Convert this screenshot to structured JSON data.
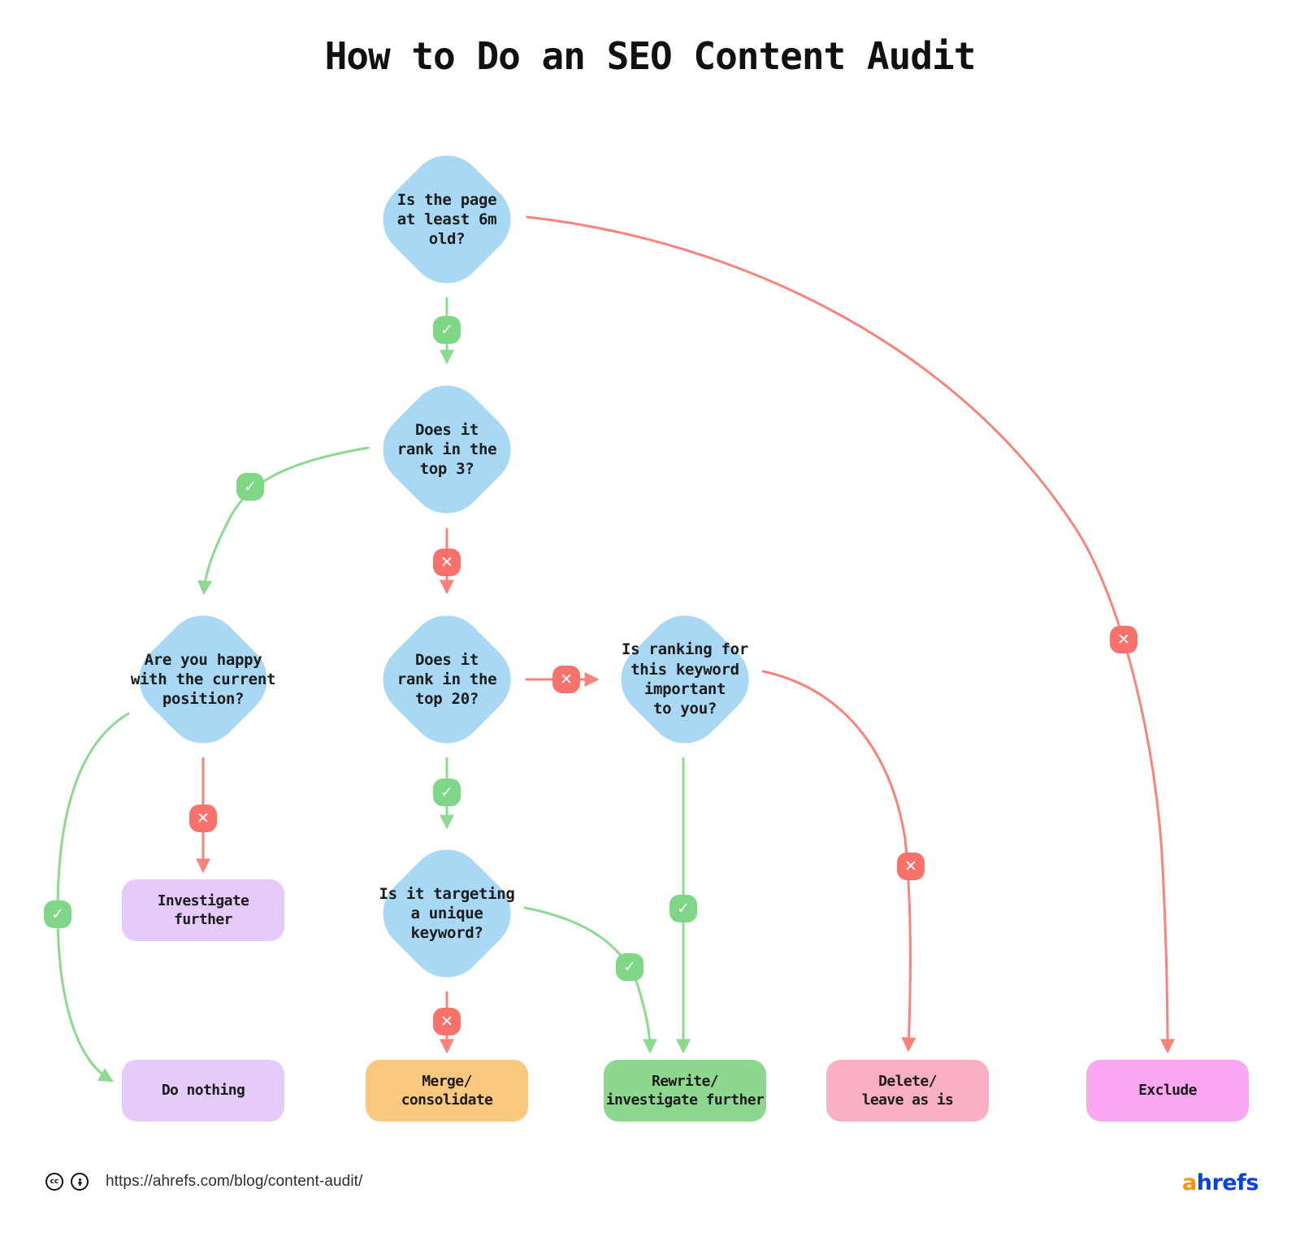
{
  "title": "How to Do an SEO Content Audit",
  "nodes": {
    "page_age": {
      "label": "Is the page\nat least 6m\nold?"
    },
    "rank_top3": {
      "label": "Does it\nrank in the\ntop 3?"
    },
    "happy_position": {
      "label": "Are you happy\nwith the current\nposition?"
    },
    "rank_top20": {
      "label": "Does it\nrank in the\ntop 20?"
    },
    "keyword_important": {
      "label": "Is ranking for\nthis keyword\nimportant\nto you?"
    },
    "unique_keyword": {
      "label": "Is it targeting\na unique\nkeyword?"
    }
  },
  "results": {
    "investigate_further": {
      "label": "Investigate\nfurther",
      "color": "#E5CBF9"
    },
    "do_nothing": {
      "label": "Do nothing",
      "color": "#E5CBF9"
    },
    "merge_consolidate": {
      "label": "Merge/\nconsolidate",
      "color": "#F9C87F"
    },
    "rewrite": {
      "label": "Rewrite/\ninvestigate further",
      "color": "#8ED791"
    },
    "delete_leave": {
      "label": "Delete/\nleave as is",
      "color": "#F9B0C3"
    },
    "exclude": {
      "label": "Exclude",
      "color": "#F9A7F0"
    }
  },
  "glyphs": {
    "yes": "✓",
    "no": "✕",
    "cc": "cc"
  },
  "colors": {
    "node_fill": "#A8D8F4",
    "yes_line": "#8CD98F",
    "yes_badge": "#7FD687",
    "no_line": "#F8837C",
    "no_badge": "#F8726B"
  },
  "footer": {
    "url": "https://ahrefs.com/blog/content-audit/",
    "logo_a": "a",
    "logo_rest": "hrefs"
  }
}
